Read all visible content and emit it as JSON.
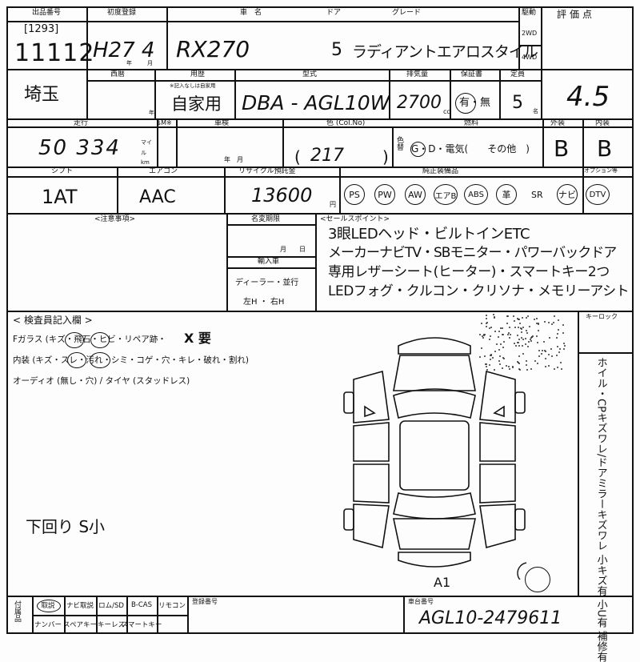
{
  "header": {
    "exhibit_label": "出品番号",
    "exhibit_no": "[1293]",
    "lot_no": "11112",
    "first_reg_label": "初度登録",
    "first_reg": "H27 4",
    "year_unit": "年",
    "month_unit": "月",
    "car_name_label": "車　名",
    "car_name": "RX270",
    "doors_label": "ドア",
    "doors": "5",
    "grade_label": "グレード",
    "grade": "ラディアントエアロスタイル",
    "drive_label": "駆動",
    "drive_opts": [
      "2WD",
      "4WD"
    ],
    "score_label": "評価点",
    "score": "4.5"
  },
  "row2": {
    "prefecture": "埼玉",
    "west_label": "西暦",
    "usage_label": "用歴",
    "usage_note": "※記入なしは自家用",
    "usage": "自家用",
    "model_label": "型式",
    "model": "DBA - AGL10W",
    "cc_label": "排気量",
    "cc": "2700",
    "cc_unit": "cc",
    "warranty_label": "保証書",
    "warranty": "有・無",
    "capacity_label": "定員",
    "capacity": "5",
    "capacity_unit": "名"
  },
  "row3": {
    "mileage_label": "走行",
    "mileage": "50 334",
    "mileage_units": "マイル km",
    "dollar_label": "$M※",
    "inspection_label": "車検",
    "inspection_units": "年　月",
    "color_label": "色 (Col.No)",
    "color": "217",
    "color_change_label": "色替",
    "fuel_label": "燃料",
    "fuel": "G・D・電気(　　その他　)",
    "exterior_label": "外装",
    "exterior": "B",
    "interior_label": "内装",
    "interior": "B"
  },
  "row4": {
    "shift_label": "シフト",
    "shift": "1AT",
    "ac_label": "エアコン",
    "ac": "AAC",
    "recycle_label": "リサイクル預託金",
    "recycle": "13600",
    "recycle_unit": "円",
    "equip_label": "純正装備品",
    "equipment": [
      "PS",
      "PW",
      "AW",
      "エアB",
      "ABS",
      "革",
      "SR",
      "ナビ",
      "DTV"
    ],
    "option_label": "オプション等"
  },
  "row5": {
    "notes_label": "<注意事項>",
    "change_label": "名変期限",
    "month_day": "月　　日",
    "import_label": "輸入車",
    "import_dealer": "ディーラー・並行",
    "import_steer": "左H ・ 右H",
    "sales_label": "<セールスポイント>",
    "sales_lines": [
      "3眼LEDヘッド・ビルトインETC",
      "メーカーナビTV・SBモニター・パワーバックドア",
      "専用レザーシート(ヒーター)・スマートキー2つ",
      "LEDフォグ・クルコン・クリソナ・メモリーアシト"
    ]
  },
  "inspector": {
    "title": "< 検査員記入欄 >",
    "line1": "Fガラス (キズ・飛石・ヒビ・リペア跡・",
    "line1_mark": "X 要",
    "line2": "内装 (キズ・スレ・汚れ・シミ・コゲ・穴・キレ・破れ・割れ)",
    "line3": "オーディオ (無し・穴) / タイヤ (スタッドレス)",
    "handwritten_note": "下回り S小",
    "damage_mark": "A1",
    "key_lock_label": "キーロック",
    "right_column": "ホイル・CPキズワレ/ドアミラーキズワレ 小キズ有 小U有 補修有"
  },
  "footer": {
    "accessories_label": "付属品",
    "items_row1": [
      "取説",
      "ナビ取説",
      "ロム/SD",
      "B-CAS",
      "リモコン"
    ],
    "items_row2": [
      "ナンバー",
      "スペアキー",
      "キーレス",
      "スマートキー"
    ],
    "reg_no_label": "登録番号",
    "chassis_label": "車台番号",
    "chassis_no": "AGL10-2479611"
  }
}
